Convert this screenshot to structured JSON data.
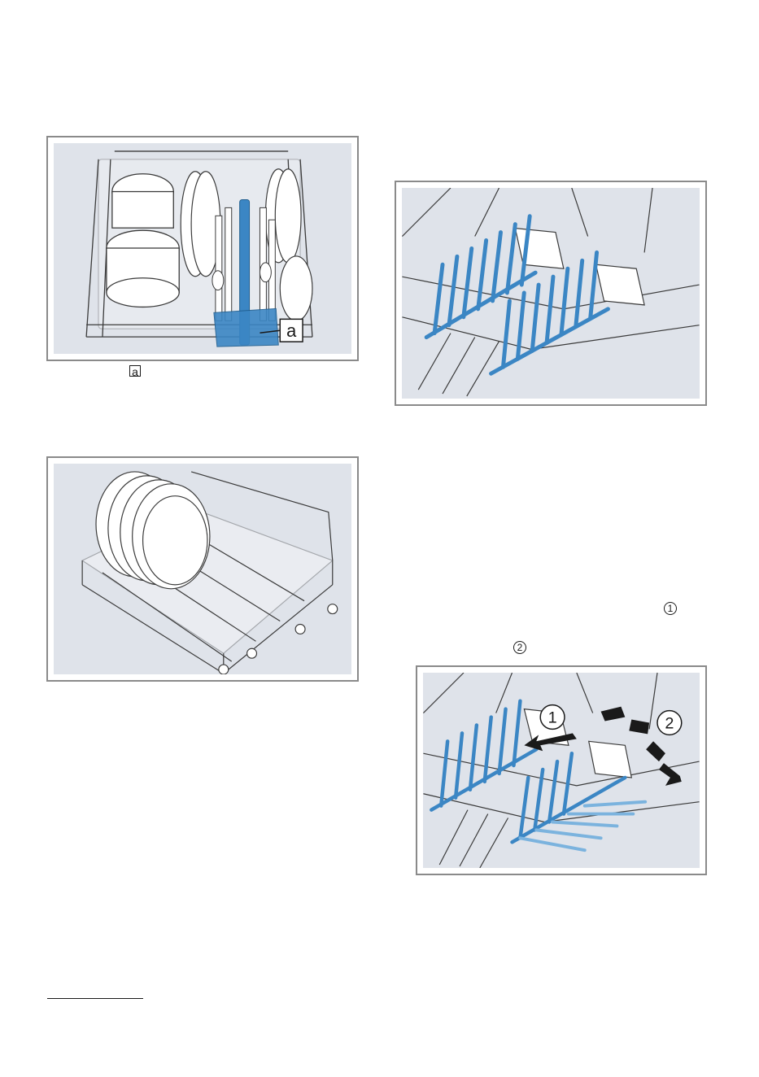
{
  "figures": {
    "fig1": {
      "callout_label": "a"
    },
    "fig3": {
      "step1_label": "1",
      "step2_label": "2"
    }
  },
  "inline_markers": {
    "ref_a": "a",
    "step_1": "1",
    "step_2": "2"
  },
  "colors": {
    "panel_bg": "#dfe3ea",
    "frame_border": "#8a8a8a",
    "highlight_blue": "#3b86c4",
    "wire": "#ffffff",
    "outline": "#3a3a3a"
  }
}
